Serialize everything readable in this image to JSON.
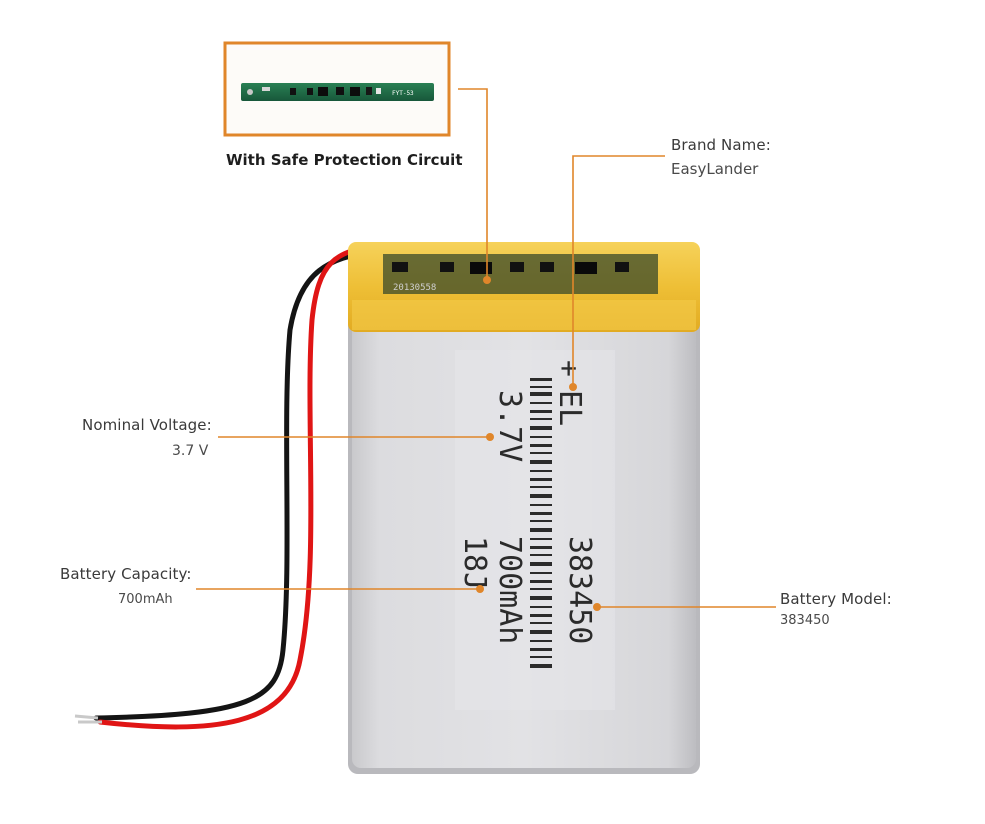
{
  "pcb_inset": {
    "caption": "With Safe Protection Circuit",
    "board_marking": "FYT-53"
  },
  "battery": {
    "print_lines": [
      "+",
      "EL",
      "3.7V",
      "383450",
      "700mAh",
      "18J"
    ],
    "side_code": "20130558"
  },
  "callouts": {
    "brand": {
      "label": "Brand Name:",
      "value": "EasyLander"
    },
    "voltage": {
      "label": "Nominal Voltage:",
      "value": "3.7 V"
    },
    "capacity": {
      "label": "Battery  Capacity:",
      "value": "700mAh"
    },
    "model": {
      "label": "Battery Model:",
      "value": "383450"
    }
  },
  "colors": {
    "accent_orange": "#e0862a",
    "cell_silver": "#d9d9dc",
    "tape_yellow": "#f0c23c",
    "wire_red": "#e01515",
    "wire_black": "#141414",
    "pcb_green": "#1f6b43"
  }
}
